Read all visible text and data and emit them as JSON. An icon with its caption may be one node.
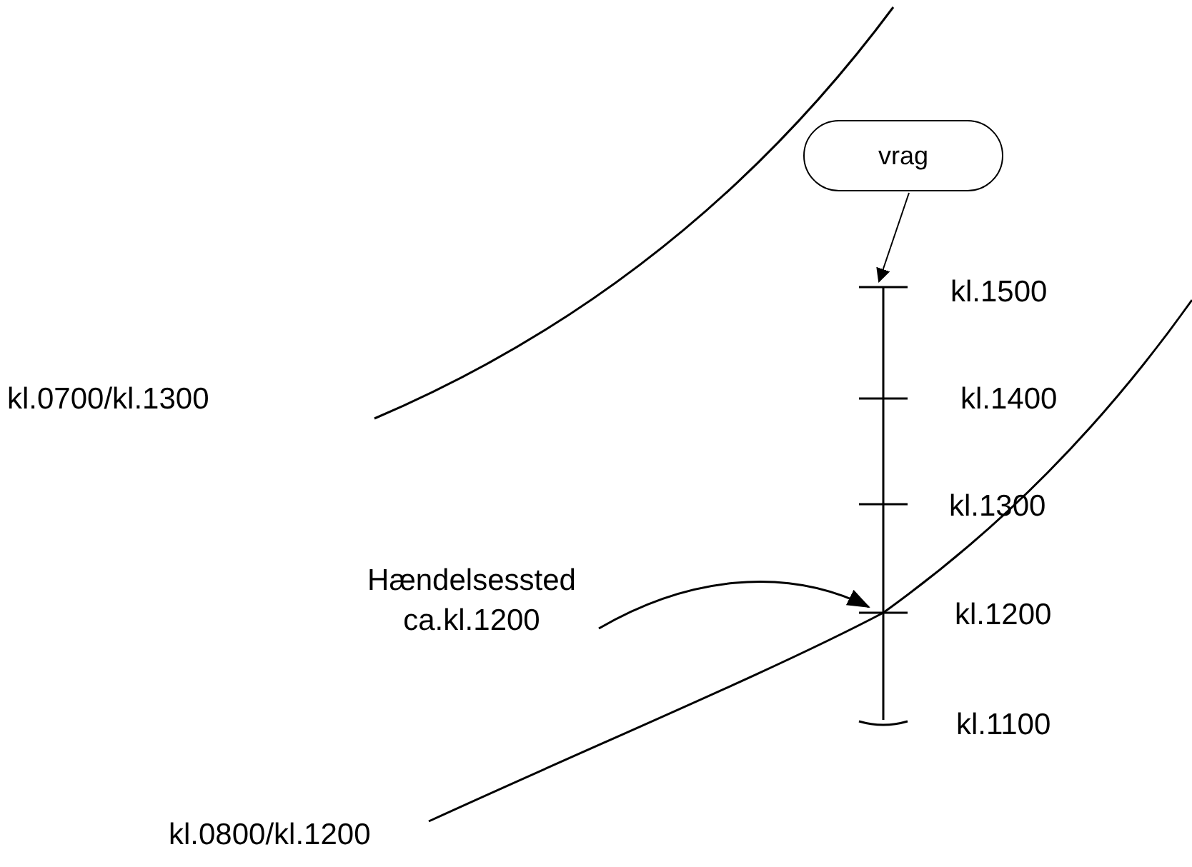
{
  "diagram": {
    "nodes": [
      {
        "text": [
          "vrag"
        ]
      },
      {
        "text": [],
        "shape": "bar"
      },
      {
        "text": [
          "Hændelsessted ca.kl.1200"
        ]
      },
      {
        "text": [],
        "shape": "bar"
      }
    ],
    "edges": [
      {
        "from": 0,
        "to": 1,
        "arrow": "to"
      },
      {
        "from": 2,
        "to": 3,
        "arrow": "to"
      }
    ],
    "labels": [
      "kl.1500",
      "kl.0700/kl.1300",
      "kl.1400",
      "kl.1300",
      "kl.1200",
      "kl.1100",
      "kl.0800/kl.1200"
    ]
  }
}
